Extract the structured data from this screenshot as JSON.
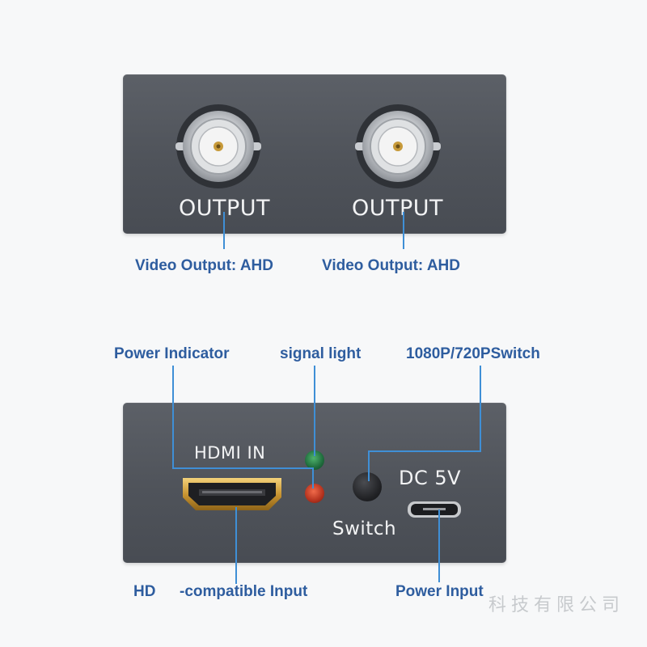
{
  "top_panel": {
    "ports": [
      {
        "label": "OUTPUT"
      },
      {
        "label": "OUTPUT"
      }
    ]
  },
  "top_callouts": [
    {
      "text": "Video Output: AHD"
    },
    {
      "text": "Video Output: AHD"
    }
  ],
  "bottom_callouts": {
    "power_indicator": "Power Indicator",
    "signal_light": "signal light",
    "switch_label": "1080P/720PSwitch",
    "hdmi_input_prefix": "HD",
    "hdmi_input_suffix": "-compatible Input",
    "power_input": "Power Input"
  },
  "bottom_panel": {
    "hdmi_label": "HDMI IN",
    "power_label": "DC 5V",
    "switch_label": "Switch"
  },
  "watermark": "科技有限公司",
  "colors": {
    "panel": "#53575e",
    "callout_text": "#2e5d9f",
    "leader_line": "#3f8fd6",
    "signal_led": "#1f6b3c",
    "power_led": "#b4321e"
  },
  "icons": [
    "bnc-connector-icon",
    "bnc-connector-icon",
    "hdmi-port-icon",
    "micro-usb-port-icon",
    "led-icon",
    "led-icon",
    "push-button-icon"
  ]
}
